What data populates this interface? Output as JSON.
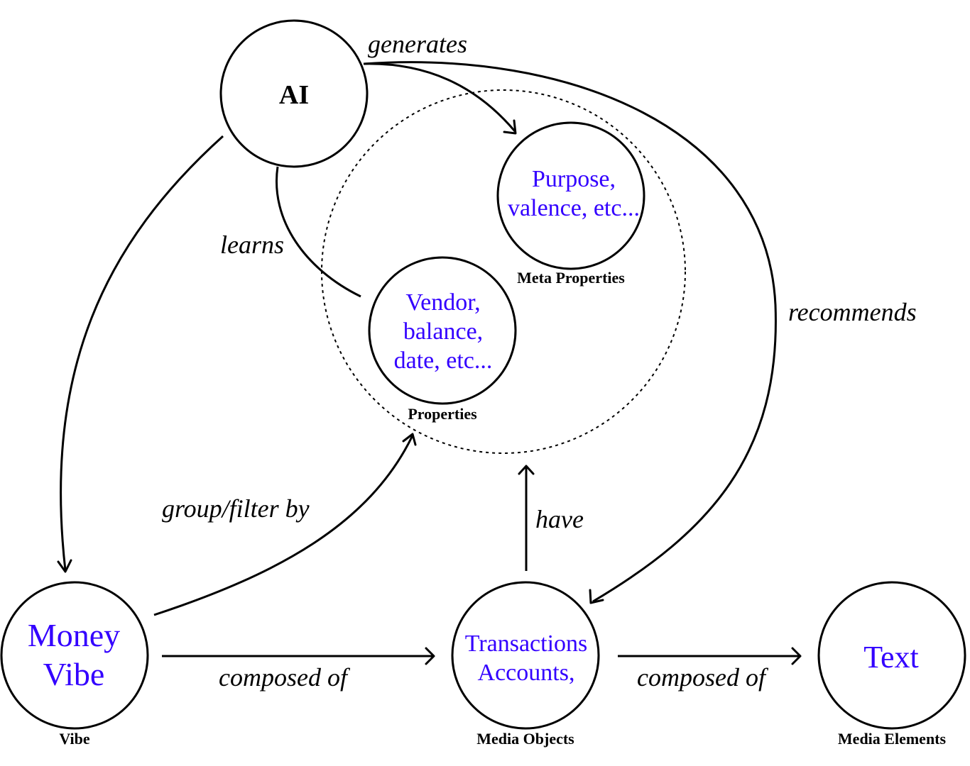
{
  "diagram": {
    "nodes": {
      "ai": {
        "label": "AI"
      },
      "meta_properties": {
        "lines": [
          "Purpose,",
          "valence, etc..."
        ],
        "caption": "Meta Properties"
      },
      "properties": {
        "lines": [
          "Vendor,",
          "balance,",
          "date, etc..."
        ],
        "caption": "Properties"
      },
      "vibe": {
        "lines": [
          "Money",
          "Vibe"
        ],
        "caption": "Vibe"
      },
      "media_objects": {
        "lines": [
          "Transactions",
          "Accounts,"
        ],
        "caption": "Media Objects"
      },
      "media_elements": {
        "lines": [
          "Text"
        ],
        "caption": "Media Elements"
      }
    },
    "edges": {
      "generates": "generates",
      "learns": "learns",
      "recommends": "recommends",
      "group_filter_by": "group/filter by",
      "have": "have",
      "composed_of_1": "composed of",
      "composed_of_2": "composed of"
    },
    "colors": {
      "node_text": "#3300ff",
      "stroke": "#000000"
    }
  }
}
